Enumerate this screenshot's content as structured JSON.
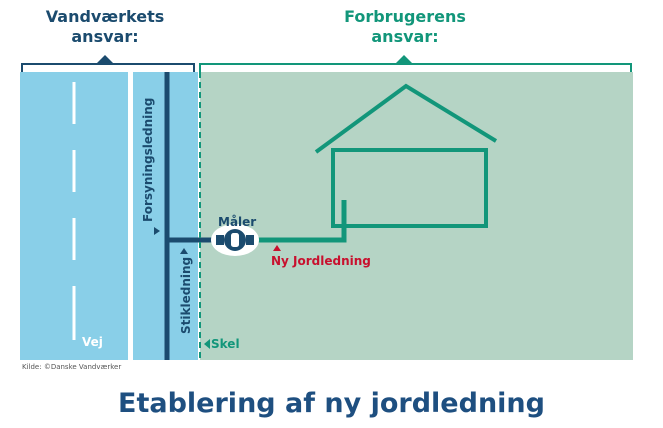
{
  "header": {
    "left_line1": "Vandværkets",
    "left_line2": "ansvar:",
    "right_line1": "Forbrugerens",
    "right_line2": "ansvar:"
  },
  "labels": {
    "road": "Vej",
    "supply_line": "Forsyningsledning",
    "service_pipe": "Stikledning",
    "meter": "Måler",
    "new_pipe": "Ny Jordledning",
    "boundary": "Skel"
  },
  "source": "Kilde: ©Danske Vandværker",
  "title": "Etablering af ny jordledning",
  "colors": {
    "navy": "#1b4b6e",
    "green": "#12967a",
    "light_blue": "#89cfe8",
    "light_green": "#b5d4c5",
    "red": "#c8102e",
    "title_blue": "#1e4f80"
  }
}
